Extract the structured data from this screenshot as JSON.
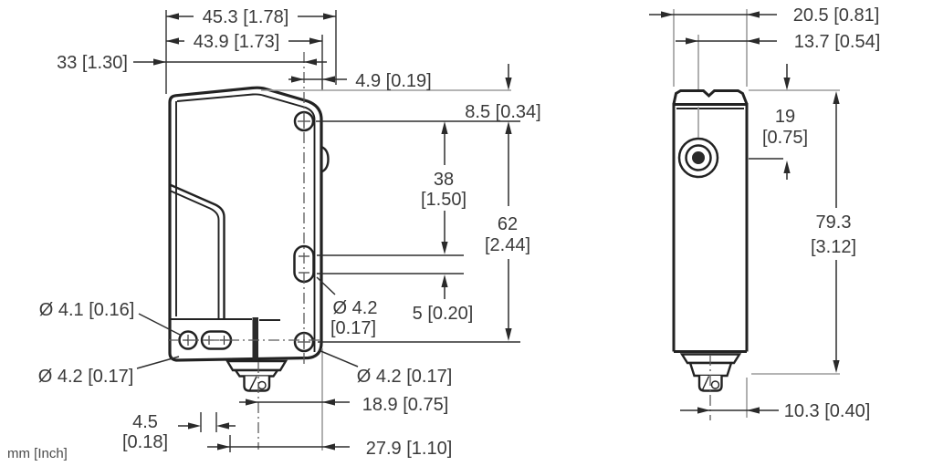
{
  "drawing": {
    "type": "sensor-dimension-drawing",
    "units_note": "mm [Inch]",
    "colors": {
      "ink": "#2a2a2a",
      "extension_gray": "#9c9c9c",
      "background": "#ffffff"
    },
    "front": {
      "overall_width": "45.3 [1.78]",
      "body_width": "43.9 [1.73]",
      "face_to_hole": "33 [1.30]",
      "hole_to_edge": "4.9 [0.19]",
      "top_to_hole": "8.5 [0.34]",
      "hole_to_slot_mm": "38",
      "hole_to_slot_in": "[1.50]",
      "hole_to_hole_mm": "62",
      "hole_to_hole_in": "[2.44]",
      "slot_span": "5 [0.20]",
      "slot_dia_mm": "Ø 4.2",
      "slot_dia_in": "[0.17]",
      "hole_dia_left": "Ø 4.1 [0.16]",
      "slot_dia_left": "Ø 4.2 [0.17]",
      "hole_dia_right": "Ø 4.2 [0.17]",
      "cl_to_edge": "18.9 [0.75]",
      "slot_pitch_mm": "4.5",
      "slot_pitch_in": "[0.18]",
      "base_width": "27.9 [1.10]"
    },
    "side": {
      "depth": "20.5 [0.81]",
      "lens_to_back": "13.7 [0.54]",
      "top_to_lens_mm": "19",
      "top_to_lens_in": "[0.75]",
      "height_mm": "79.3",
      "height_in": "[3.12]",
      "connector_to_back": "10.3 [0.40]"
    }
  }
}
